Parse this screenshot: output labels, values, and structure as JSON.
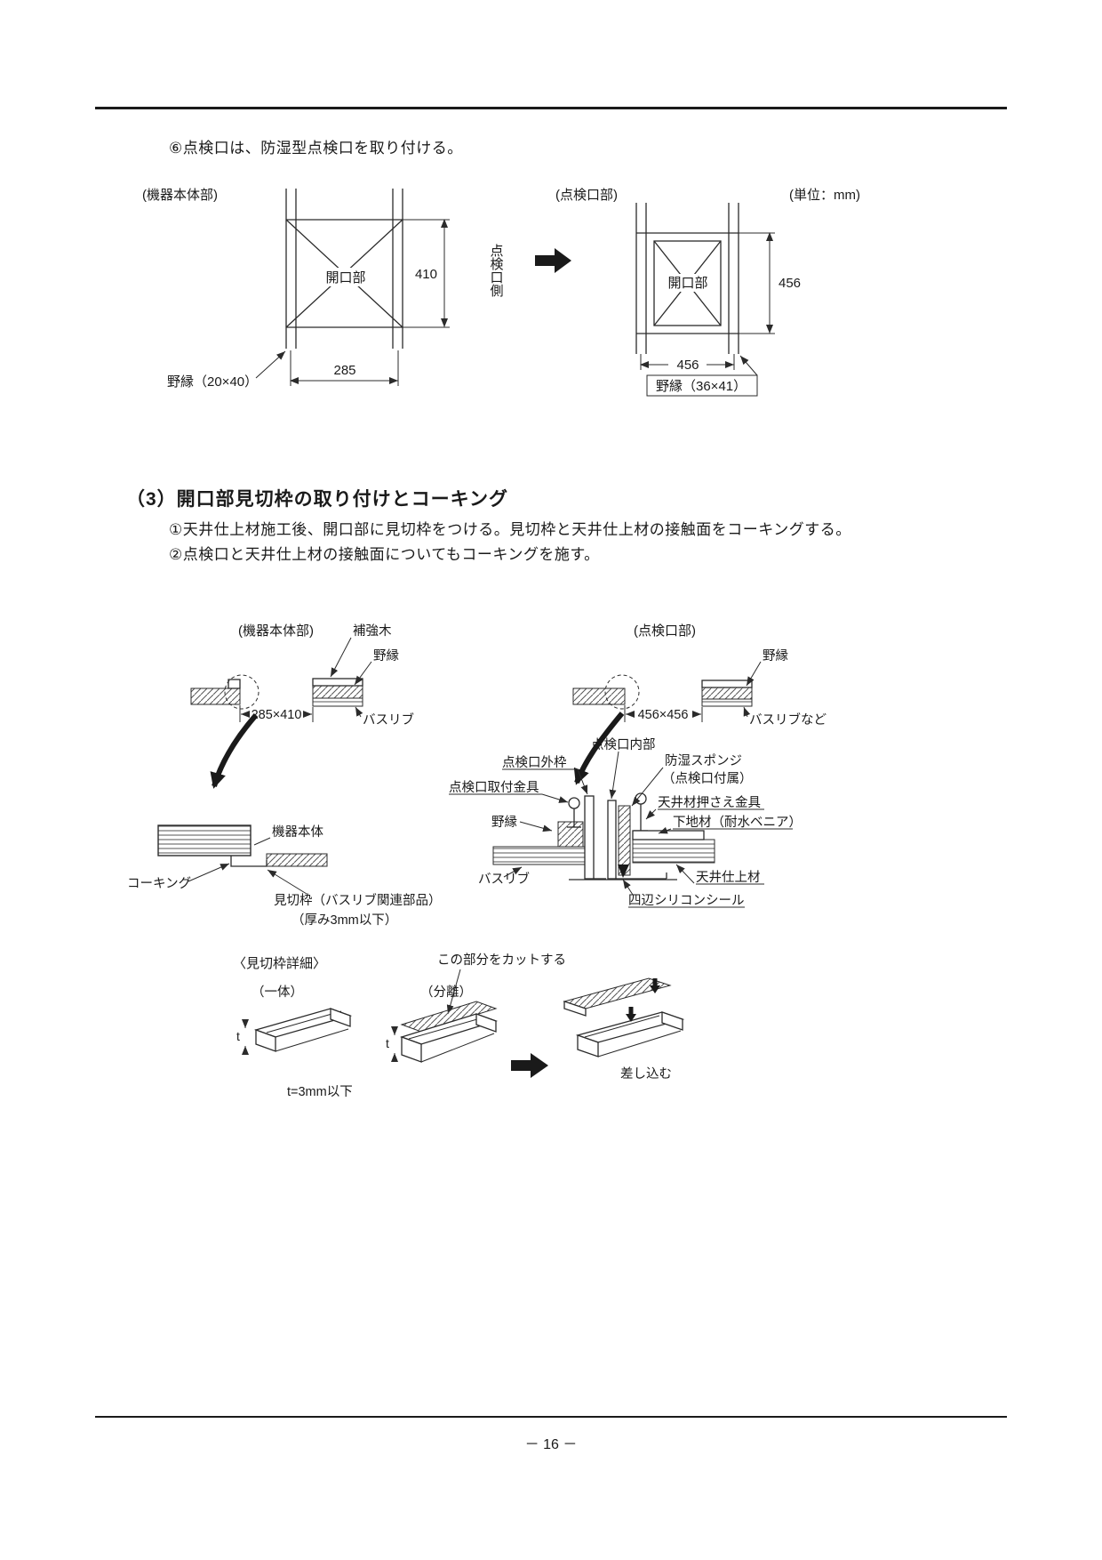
{
  "page": {
    "footer": "－ 16 －"
  },
  "intro": {
    "step6": "⑥点検口は、防湿型点検口を取り付ける。"
  },
  "fig1": {
    "unit": "(単位：mm)",
    "left": {
      "caption": "(機器本体部)",
      "opening": "開口部",
      "dim_h": "410",
      "dim_w": "285",
      "batten": "野縁（20×40）"
    },
    "center": {
      "direction": "点検口側"
    },
    "right": {
      "caption": "(点検口部)",
      "opening": "開口部",
      "dim_h": "456",
      "dim_w": "456",
      "batten": "野縁（36×41）"
    }
  },
  "section3": {
    "heading": "（3）開口部見切枠の取り付けとコーキング",
    "step1": "①天井仕上材施工後、開口部に見切枠をつける。見切枠と天井仕上材の接触面をコーキングする。",
    "step2": "②点検口と天井仕上材の接触面についてもコーキングを施す。"
  },
  "fig2": {
    "left": {
      "caption": "(機器本体部)",
      "reinforce": "補強木",
      "batten": "野縁",
      "dim": "285×410",
      "basrib": "バスリブ",
      "body": "機器本体",
      "caulking": "コーキング",
      "frame": "見切枠（バスリブ関連部品）",
      "frame_note": "（厚み3mm以下）"
    },
    "right": {
      "caption": "(点検口部)",
      "batten_top": "野縁",
      "dim": "456×456",
      "basrib_top": "バスリブなど",
      "inner": "点検口内部",
      "outer": "点検口外枠",
      "sponge": "防湿スポンジ",
      "sponge_note": "（点検口付属）",
      "bracket": "点検口取付金具",
      "holder": "天井材押さえ金具",
      "batten": "野縁",
      "base": "下地材（耐水ベニア）",
      "ceiling": "天井仕上材",
      "basrib": "バスリブ",
      "silicone": "四辺シリコンシール"
    }
  },
  "fig3": {
    "caption": "〈見切枠詳細〉",
    "cut": "この部分をカットする",
    "integral": "（一体）",
    "separate": "（分離）",
    "t": "t",
    "t_note": "t=3mm以下",
    "insert": "差し込む"
  }
}
